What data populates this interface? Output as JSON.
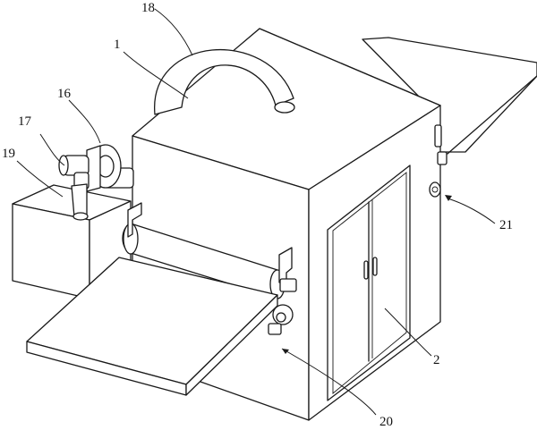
{
  "diagram": {
    "labels": {
      "main_body": "1",
      "door_cabinet": "2",
      "pump_base": "17",
      "pump_motor": "16",
      "outlet_pipe": "19",
      "arched_pipe": "18",
      "front_roller": "20",
      "rear_bracket": "21"
    }
  }
}
